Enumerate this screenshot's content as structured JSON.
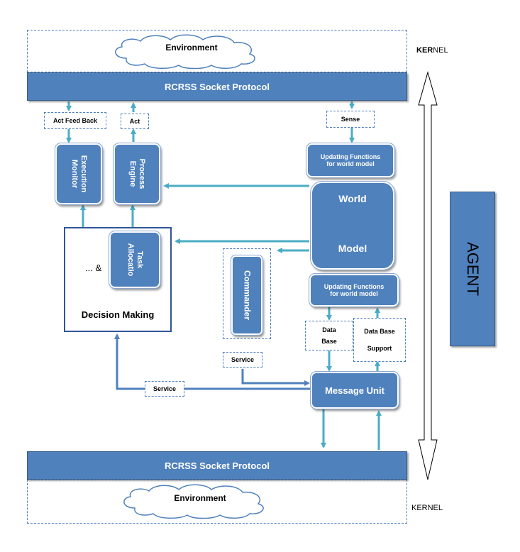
{
  "env_top": "Environment",
  "env_bottom": "Environment",
  "protocol_top": "RCRSS Socket Protocol",
  "protocol_bottom": "RCRSS Socket Protocol",
  "kernel_top": {
    "bold": "KER",
    "rest": "NEL"
  },
  "kernel_bottom": "KERNEL",
  "agent": "AGENT",
  "labels": {
    "act_feedback": "Act Feed Back",
    "act": "Act",
    "sense": "Sense",
    "service_commander": "Service",
    "service_decision": "Service",
    "data_base": [
      "Data",
      "Base"
    ],
    "data_base_support": [
      "Data Base",
      "Support"
    ]
  },
  "blocks": {
    "execution_monitor": [
      "Execution",
      "Monitor"
    ],
    "process_engine": [
      "Process",
      "Engine"
    ],
    "updating_top": [
      "Updating Functions",
      "for world model"
    ],
    "updating_bottom": [
      "Updating Functions",
      "for world model"
    ],
    "world_model": {
      "line1": "World",
      "line2": "Model"
    },
    "task_allocation": [
      "Task",
      "Allocatio"
    ],
    "commander": "Commander",
    "message_unit": "Message Unit",
    "decision_making": "Decision Making",
    "ellipsis": "... &"
  },
  "colors": {
    "block": "#4f81bd",
    "border": "#385d8a",
    "arrow": "#4bacc6",
    "dash": "#4f7fbd"
  }
}
